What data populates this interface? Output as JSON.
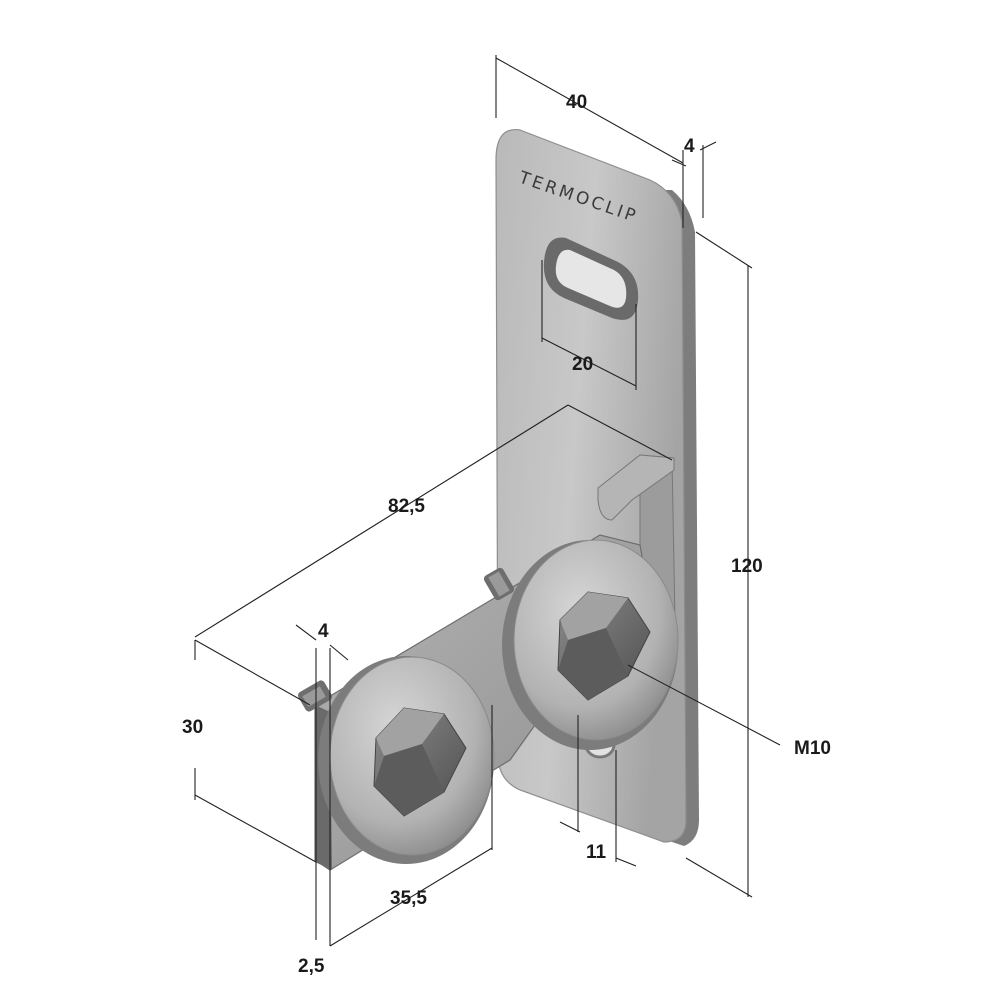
{
  "brand_engraving": "TERMOCLIP",
  "dimensions": {
    "width_top": "40",
    "thickness_top": "4",
    "slot_width": "20",
    "height_total": "120",
    "arm_length": "82,5",
    "arm_thickness": "4",
    "arm_height": "30",
    "bolt_spacing": "35,5",
    "edge_offset": "2,5",
    "slot_offset": "11",
    "thread_spec": "M10"
  },
  "colors": {
    "steel_light": "#c9c9c9",
    "steel_mid": "#a8a8a8",
    "steel_dark": "#6f6f6f",
    "steel_edge": "#5a5a5a",
    "dim_line": "#222222"
  }
}
